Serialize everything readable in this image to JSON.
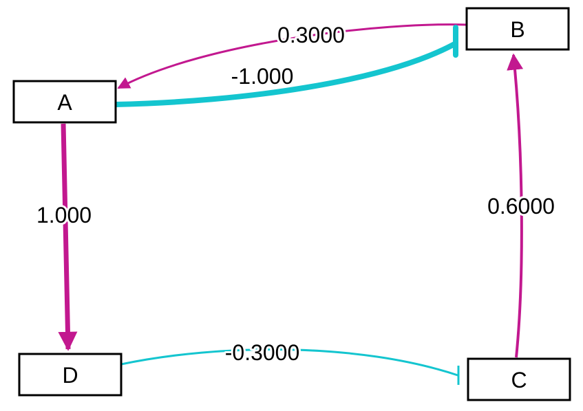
{
  "colors": {
    "activation": "#c2188f",
    "inhibition": "#14c5cf",
    "node_border": "#000000",
    "node_fill": "#ffffff"
  },
  "nodes": {
    "a": {
      "label": "A"
    },
    "b": {
      "label": "B"
    },
    "c": {
      "label": "C"
    },
    "d": {
      "label": "D"
    }
  },
  "edges": [
    {
      "from": "B",
      "to": "A",
      "weight": 0.3,
      "type": "activation",
      "label": "0.3000"
    },
    {
      "from": "A",
      "to": "B",
      "weight": -1.0,
      "type": "inhibition",
      "label": "-1.000"
    },
    {
      "from": "A",
      "to": "D",
      "weight": 1.0,
      "type": "activation",
      "label": "1.000"
    },
    {
      "from": "C",
      "to": "B",
      "weight": 0.6,
      "type": "activation",
      "label": "0.6000"
    },
    {
      "from": "D",
      "to": "C",
      "weight": -0.3,
      "type": "inhibition",
      "label": "-0.3000"
    }
  ]
}
